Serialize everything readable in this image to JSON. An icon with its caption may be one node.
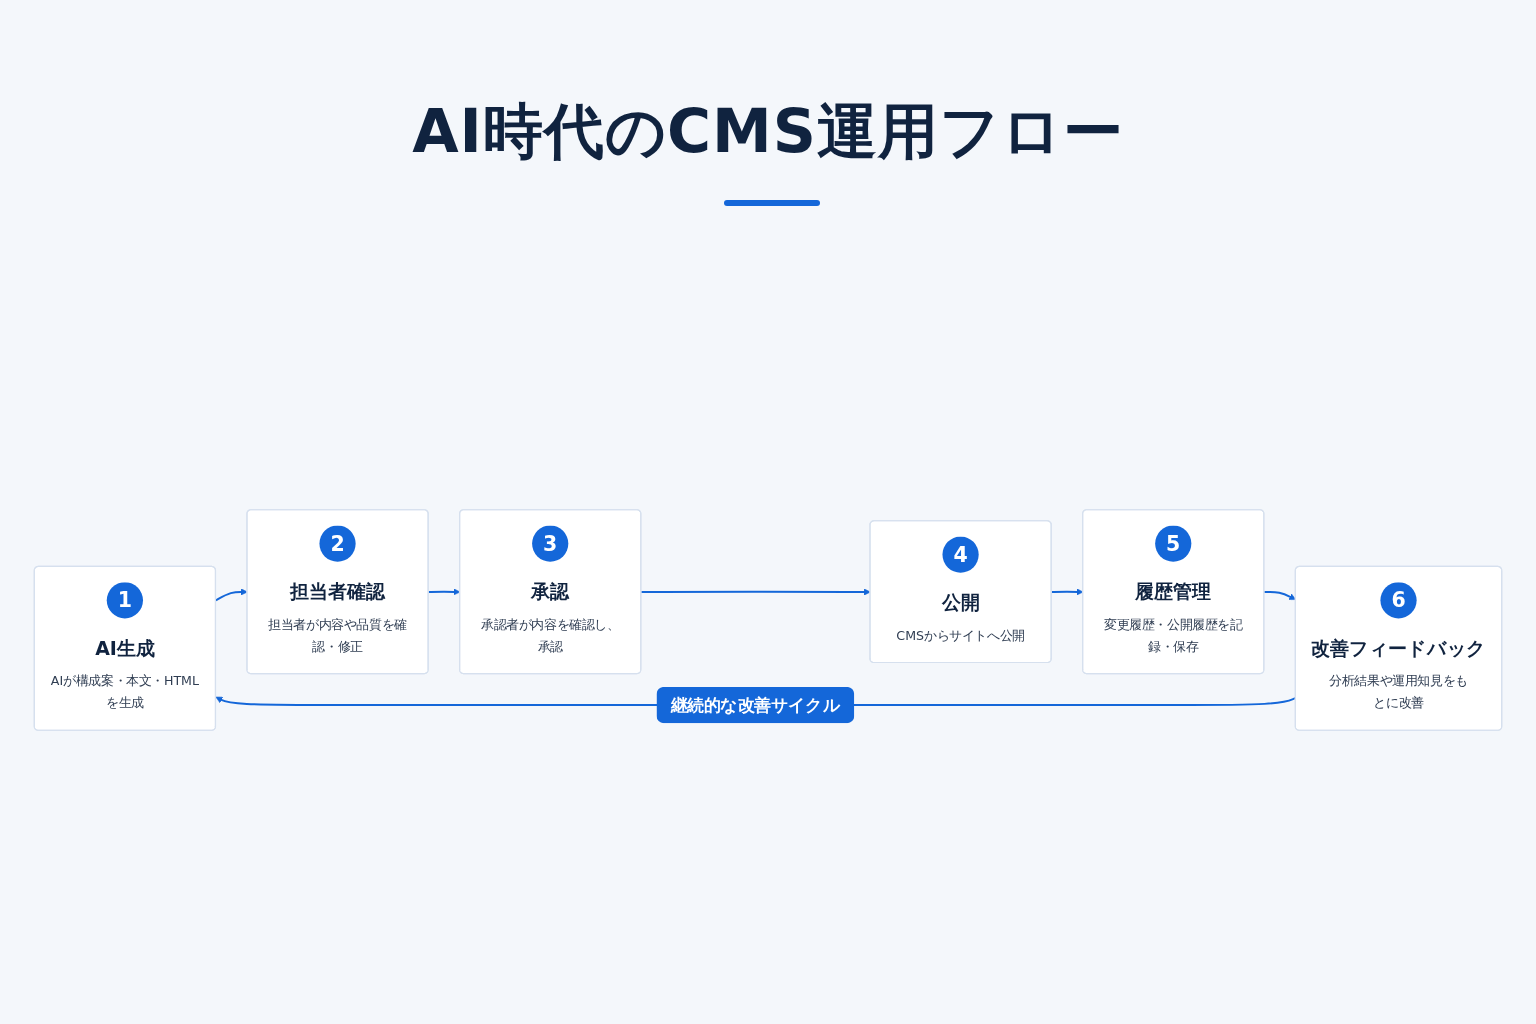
{
  "diagram": {
    "title": "AI時代のCMS運用フロー",
    "nodes": [
      {
        "text": [
          "1",
          "AI生成",
          "AIが構成案・本文・HTMLを生成"
        ]
      },
      {
        "text": [
          "2",
          "担当者確認",
          "担当者が内容や品質を確認・修正"
        ]
      },
      {
        "text": [
          "3",
          "承認",
          "承認者が内容を確認し、承認"
        ]
      },
      {
        "text": [
          "4",
          "公開",
          "CMSからサイトへ公開"
        ]
      },
      {
        "text": [
          "5",
          "履歴管理",
          "変更履歴・公開履歴を記録・保存"
        ]
      },
      {
        "text": [
          "6",
          "改善フィードバック",
          "分析結果や運用知見をもとに改善"
        ]
      }
    ],
    "edges": [
      {
        "from": 0,
        "to": 1,
        "arrow": "to"
      },
      {
        "from": 1,
        "to": 2,
        "arrow": "to"
      },
      {
        "from": 2,
        "to": 3,
        "arrow": "to"
      },
      {
        "from": 3,
        "to": 4,
        "arrow": "to"
      },
      {
        "from": 4,
        "to": 5,
        "arrow": "to"
      },
      {
        "from": 5,
        "to": 0,
        "arrow": "to",
        "label": "継続的な改善サイクル"
      }
    ]
  }
}
